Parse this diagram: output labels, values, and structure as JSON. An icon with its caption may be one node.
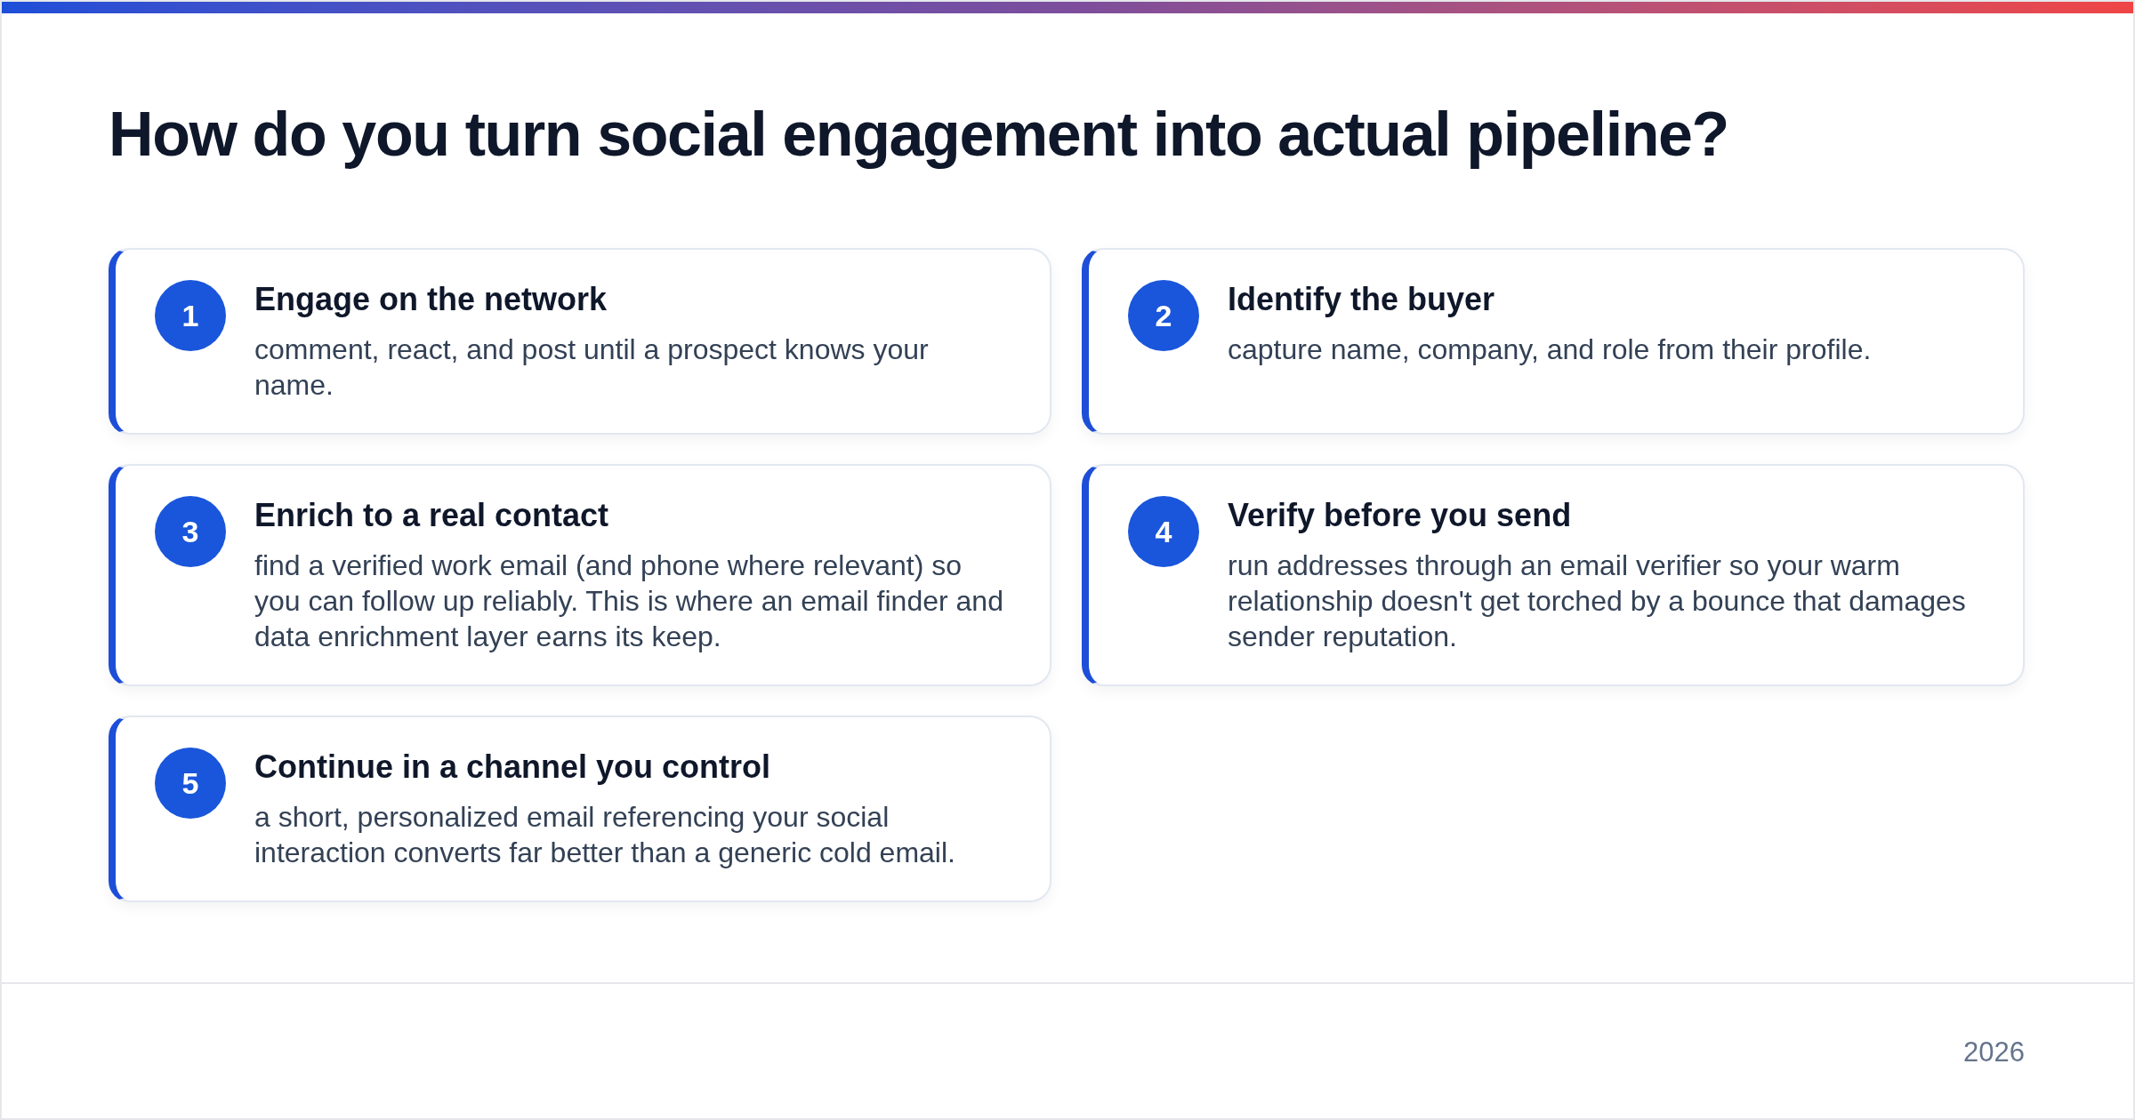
{
  "diagram": {
    "title": "How do you turn social engagement into actual pipeline?",
    "nodes": [
      {
        "text": [
          "Engage on the network",
          "comment, react, and post until a prospect knows your name."
        ]
      },
      {
        "text": [
          "1"
        ],
        "in": 0
      },
      {
        "text": [
          "Identify the buyer",
          "capture name, company, and role from their profile."
        ]
      },
      {
        "text": [
          "2"
        ],
        "in": 2
      },
      {
        "text": [
          "Enrich to a real contact",
          "find a verified work email (and phone where relevant) so you can follow up reliably. This is where an email finder and data enrichment layer earns its keep."
        ]
      },
      {
        "text": [
          "3"
        ],
        "in": 4
      },
      {
        "text": [
          "Verify before you send",
          "run addresses through an email verifier so your warm relationship doesn't get torched by a bounce that damages sender reputation."
        ]
      },
      {
        "text": [
          "4"
        ],
        "in": 6
      },
      {
        "text": [
          "Continue in a channel you control",
          "a short, personalized email referencing your social interaction converts far better than a generic cold email."
        ]
      },
      {
        "text": [
          "5"
        ],
        "in": 8
      }
    ],
    "labels": [
      "2026"
    ]
  }
}
